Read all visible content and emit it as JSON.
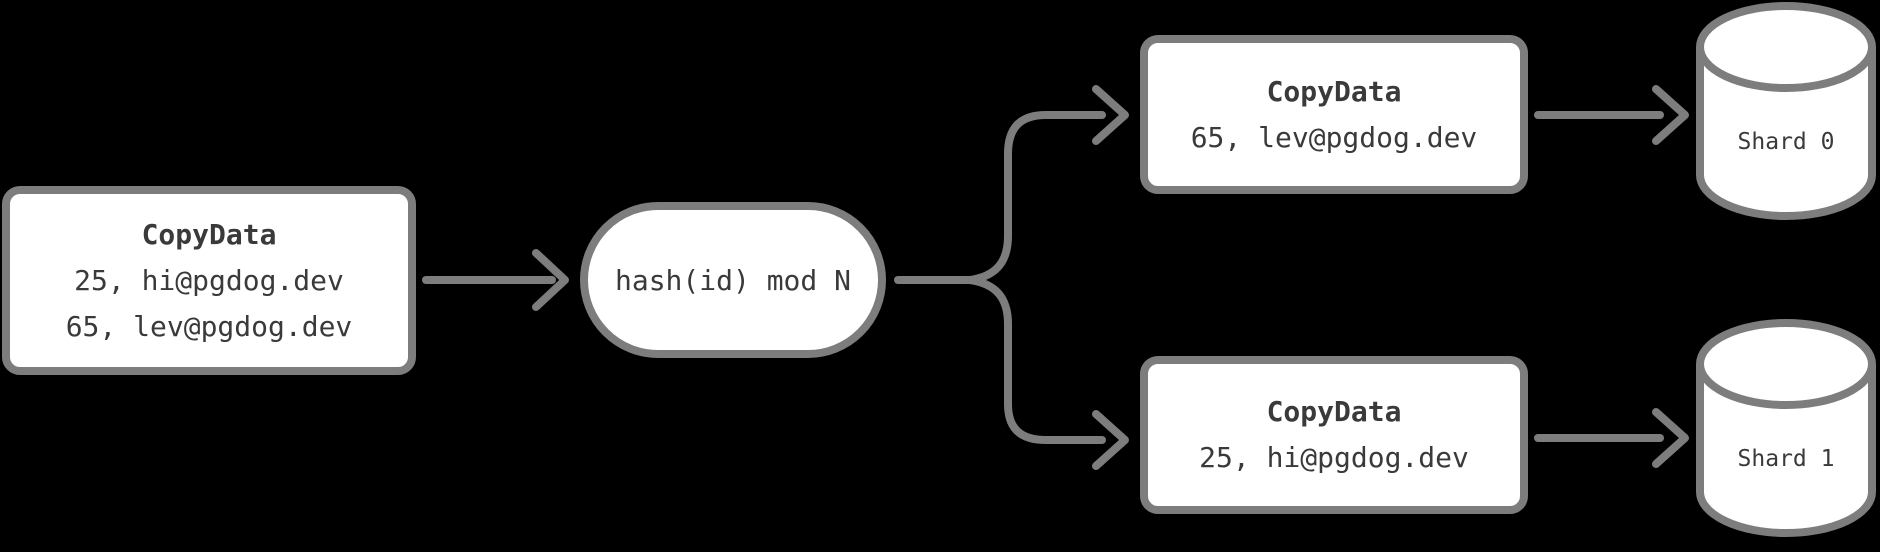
{
  "diagram": {
    "description": "Sharded COPY data flow: incoming CopyData rows are hashed and routed to shards",
    "colors": {
      "background": "#000000",
      "stroke": "#7d7d7d",
      "node_fill": "#ffffff",
      "text": "#3a3a3a"
    }
  },
  "nodes": {
    "source": {
      "title": "CopyData",
      "rows": [
        "25, hi@pgdog.dev",
        "65, lev@pgdog.dev"
      ]
    },
    "router": {
      "label": "hash(id) mod N"
    },
    "shard0_copy": {
      "title": "CopyData",
      "rows": [
        "65, lev@pgdog.dev"
      ]
    },
    "shard1_copy": {
      "title": "CopyData",
      "rows": [
        "25, hi@pgdog.dev"
      ]
    },
    "shard0_db": {
      "label": "Shard 0"
    },
    "shard1_db": {
      "label": "Shard 1"
    }
  },
  "edges": [
    {
      "from": "source",
      "to": "router"
    },
    {
      "from": "router",
      "to": "shard0_copy"
    },
    {
      "from": "router",
      "to": "shard1_copy"
    },
    {
      "from": "shard0_copy",
      "to": "shard0_db"
    },
    {
      "from": "shard1_copy",
      "to": "shard1_db"
    }
  ]
}
